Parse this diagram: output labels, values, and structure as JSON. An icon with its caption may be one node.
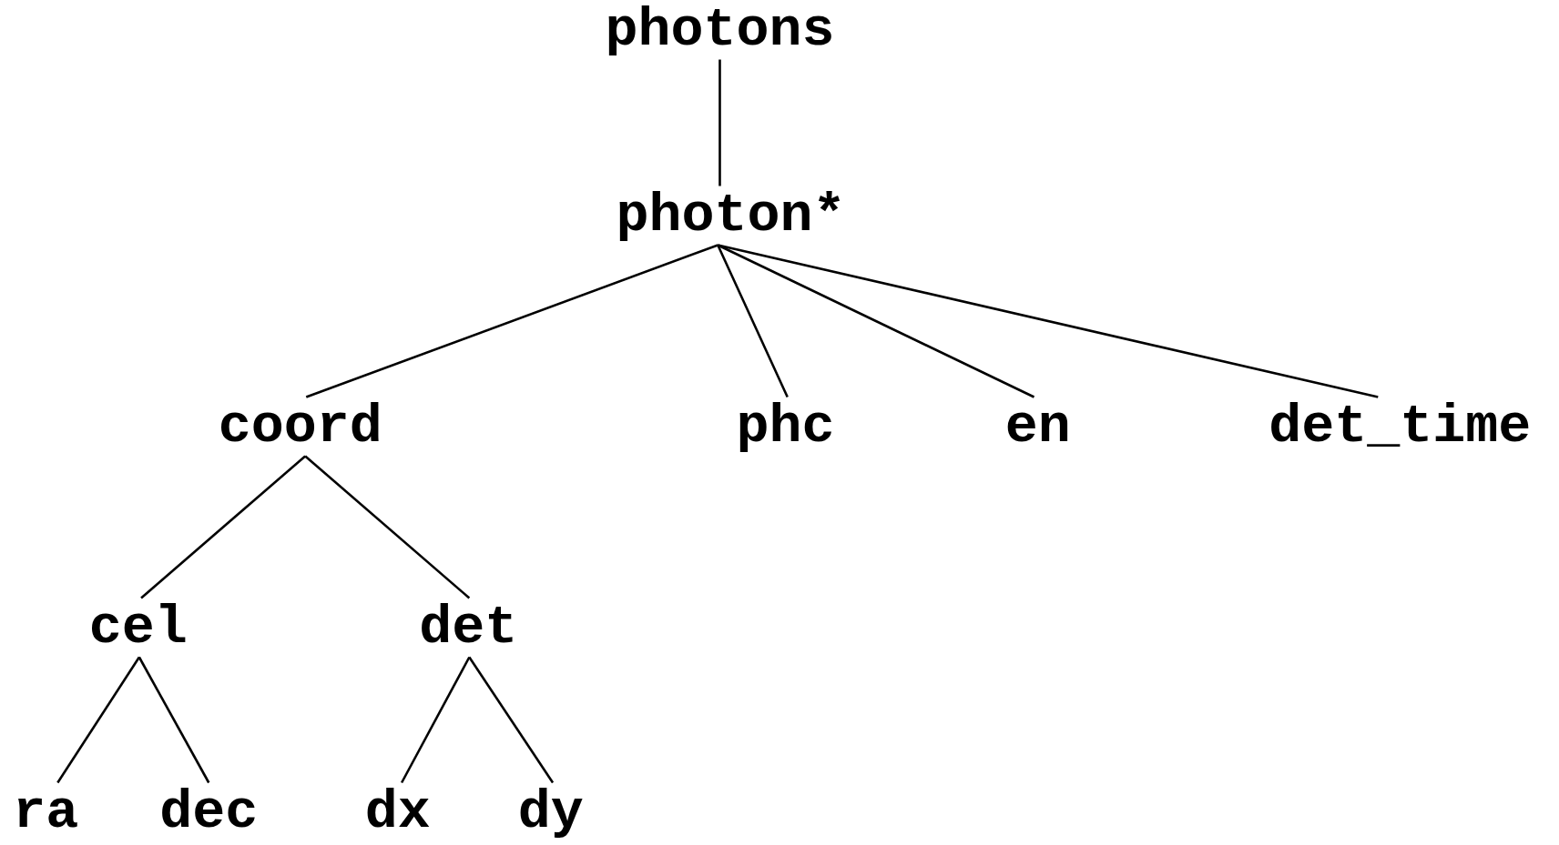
{
  "diagram": {
    "nodes": [
      {
        "text": [
          "photons"
        ]
      },
      {
        "text": [
          "photon*"
        ]
      },
      {
        "text": [
          "coord"
        ]
      },
      {
        "text": [
          "phc"
        ]
      },
      {
        "text": [
          "en"
        ]
      },
      {
        "text": [
          "det_time"
        ]
      },
      {
        "text": [
          "cel"
        ]
      },
      {
        "text": [
          "det"
        ]
      },
      {
        "text": [
          "ra"
        ]
      },
      {
        "text": [
          "dec"
        ]
      },
      {
        "text": [
          "dx"
        ]
      },
      {
        "text": [
          "dy"
        ]
      }
    ],
    "edges": [
      {
        "from": 0,
        "to": 1,
        "arrow": "none"
      },
      {
        "from": 1,
        "to": 2,
        "arrow": "none"
      },
      {
        "from": 1,
        "to": 3,
        "arrow": "none"
      },
      {
        "from": 1,
        "to": 4,
        "arrow": "none"
      },
      {
        "from": 1,
        "to": 5,
        "arrow": "none"
      },
      {
        "from": 2,
        "to": 6,
        "arrow": "none"
      },
      {
        "from": 2,
        "to": 7,
        "arrow": "none"
      },
      {
        "from": 6,
        "to": 8,
        "arrow": "none"
      },
      {
        "from": 6,
        "to": 9,
        "arrow": "none"
      },
      {
        "from": 7,
        "to": 10,
        "arrow": "none"
      },
      {
        "from": 7,
        "to": 11,
        "arrow": "none"
      }
    ]
  }
}
